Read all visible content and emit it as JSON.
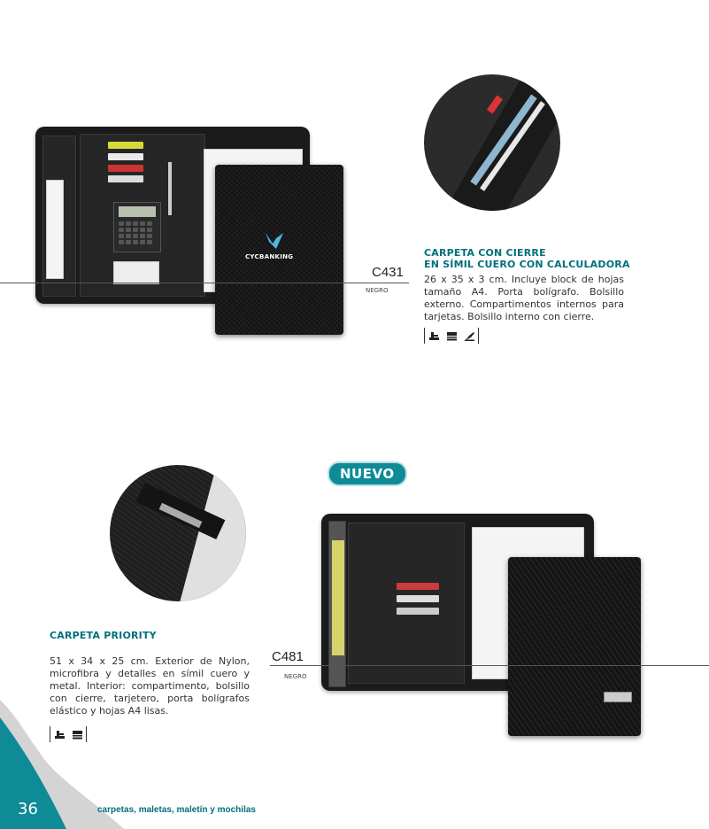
{
  "page_number": "36",
  "footer_text": "carpetas, maletas, maletín y mochilas",
  "colors": {
    "accent": "#0f8a97",
    "heading": "#00707c"
  },
  "products": [
    {
      "code": "C431",
      "color_label": "NEGRO",
      "title_line1": "CARPETA CON CIERRE",
      "title_line2": "EN SÍMIL CUERO CON CALCULADORA",
      "description": "26 x 35 x 3 cm. Incluye block de hojas tamaño A4. Porta bolígrafo. Bolsillo externo. Compartimentos internos para tarjetas. Bolsillo interno con cierre.",
      "logo_text": "CYCBANKING",
      "icons": [
        "pad-print-icon",
        "hot-stamp-icon",
        "laser-engrave-icon"
      ]
    },
    {
      "code": "C481",
      "color_label": "NEGRO",
      "badge": "NUEVO",
      "title": "CARPETA PRIORITY",
      "description": "51 x 34 x 25 cm. Exterior de Nylon, microfibra y detalles en símil cuero y metal. Interior: compartimento, bolsillo con cierre, tarjetero, porta bolígrafos elástico y hojas A4 lisas.",
      "icons": [
        "pad-print-icon",
        "hot-stamp-icon"
      ]
    }
  ]
}
